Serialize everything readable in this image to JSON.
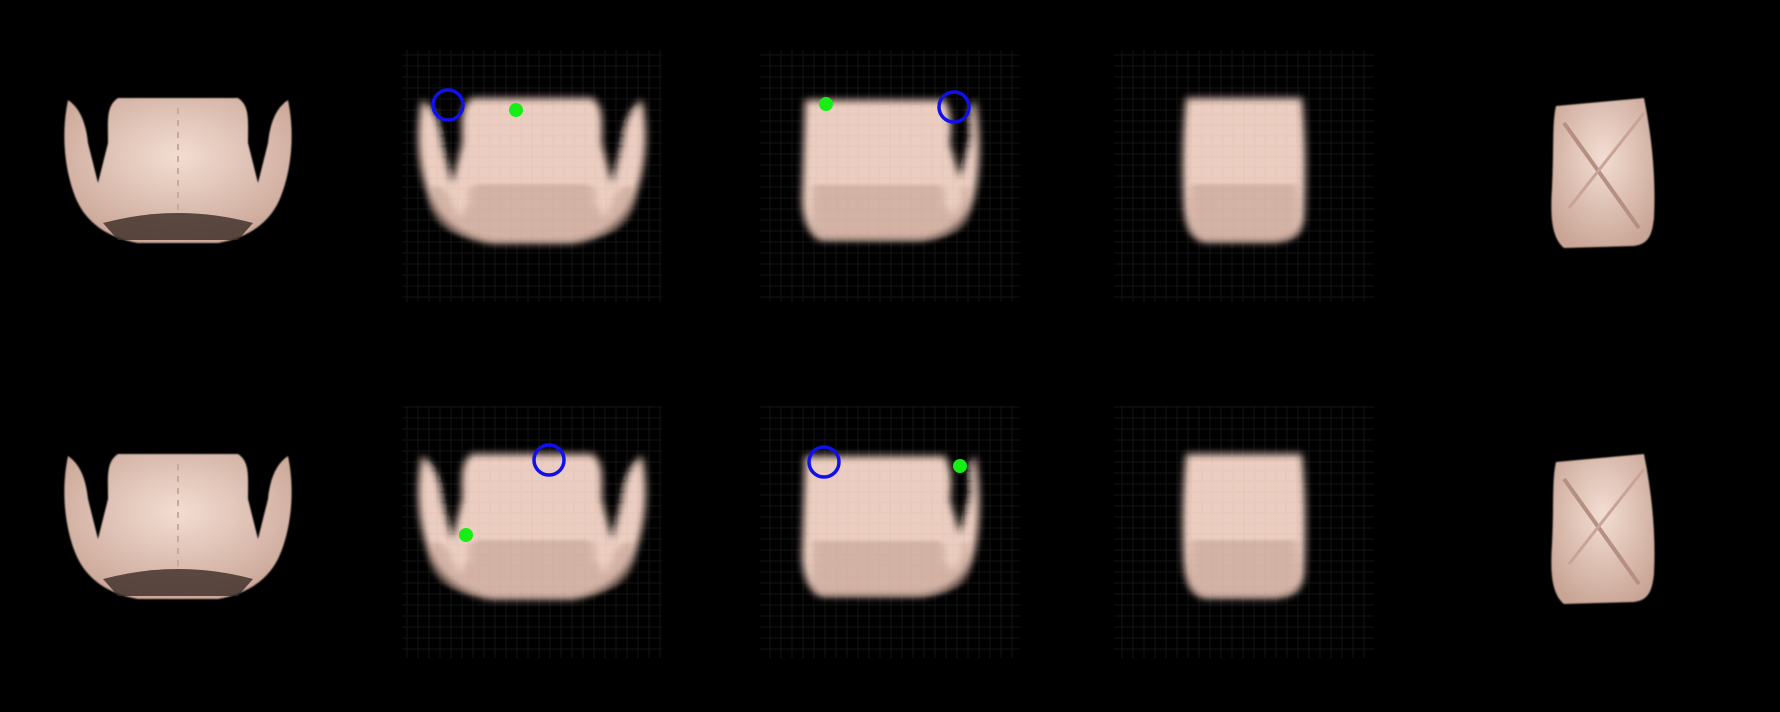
{
  "figure": {
    "background": "#000000",
    "cloth_color": "#e9c9bb",
    "photo_color": "#ecd7d4",
    "pick_marker_color": "#1010ee",
    "place_marker_color": "#16ee16"
  },
  "rows": [
    {
      "frames": [
        {
          "type": "photo",
          "state": "start",
          "shape": "shirt-open"
        },
        {
          "type": "prediction",
          "shape": "shirt-open",
          "pick": "left",
          "place": "inner-right"
        },
        {
          "type": "prediction",
          "shape": "one-sleeve",
          "pick": "right",
          "place": "inner-left"
        },
        {
          "type": "prediction",
          "shape": "square"
        },
        {
          "type": "photo",
          "state": "goal",
          "shape": "folded"
        }
      ]
    },
    {
      "frames": [
        {
          "type": "photo",
          "state": "start",
          "shape": "shirt-open"
        },
        {
          "type": "prediction",
          "shape": "shirt-open",
          "pick": "right",
          "place": "lower-left"
        },
        {
          "type": "prediction",
          "shape": "one-sleeve",
          "pick": "left",
          "place": "inner-right"
        },
        {
          "type": "prediction",
          "shape": "square"
        },
        {
          "type": "photo",
          "state": "goal",
          "shape": "folded"
        }
      ]
    }
  ]
}
